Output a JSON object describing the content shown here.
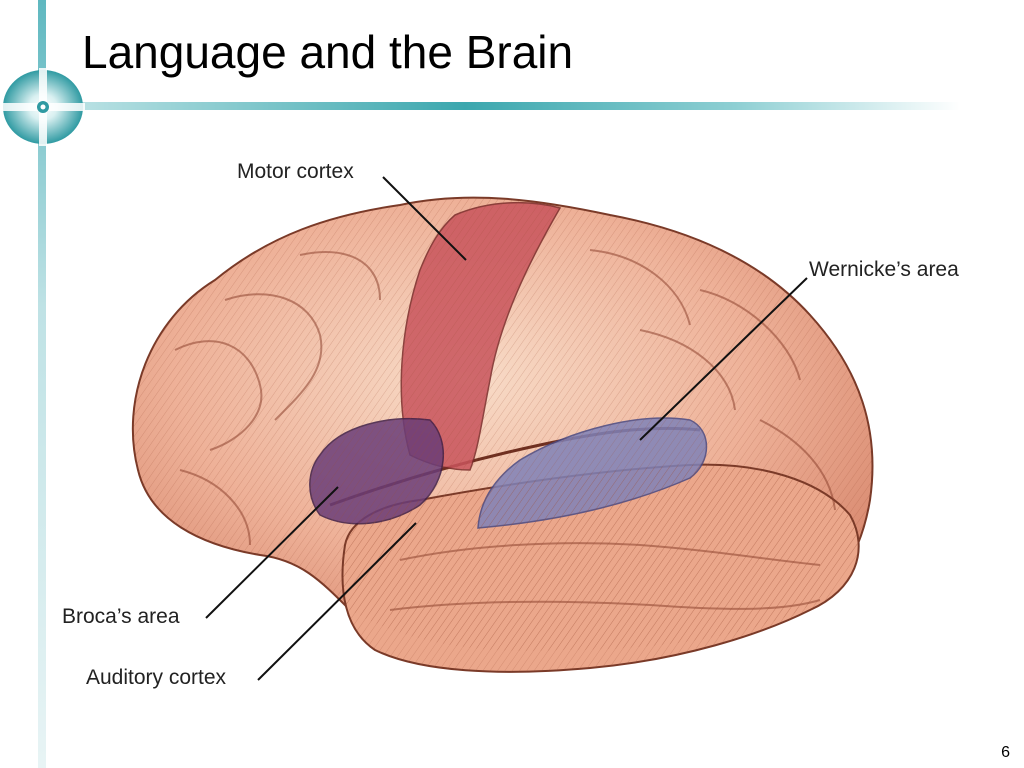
{
  "slide": {
    "title": "Language and the Brain",
    "page_number": "6"
  },
  "diagram": {
    "labels": {
      "motor_cortex": "Motor cortex",
      "wernickes_area": "Wernicke’s area",
      "brocas_area": "Broca’s area",
      "auditory_cortex": "Auditory cortex"
    }
  },
  "colors": {
    "accent": "#2a9aa3",
    "brain": "#e9a98f",
    "motor_cortex": "#c9545c",
    "brocas_area": "#6a3d78",
    "wernickes_area": "#7f82b8"
  }
}
